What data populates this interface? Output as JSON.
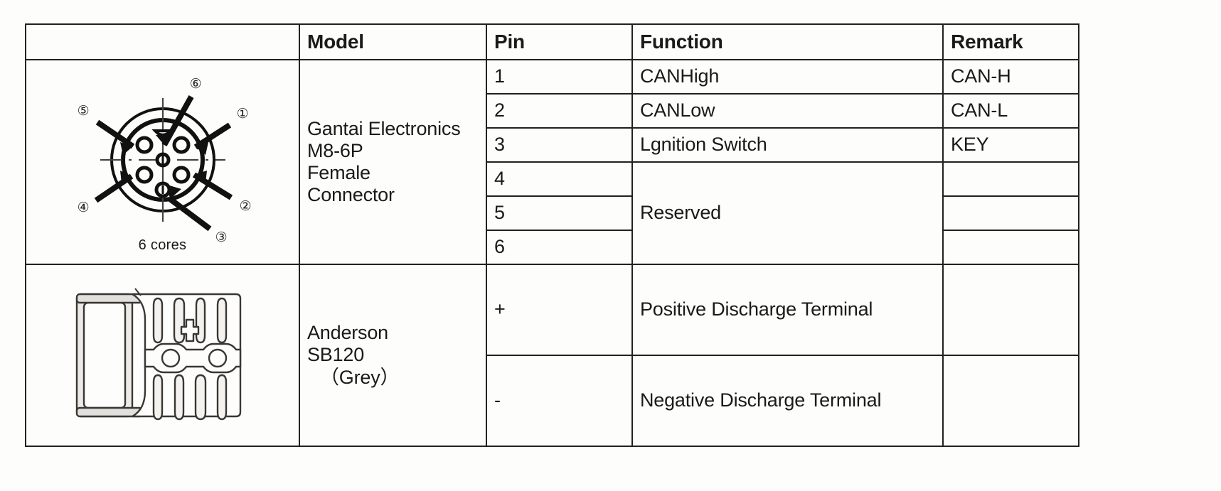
{
  "table": {
    "headers": {
      "image": "",
      "model": "Model",
      "pin": "Pin",
      "function": "Function",
      "remark": "Remark"
    },
    "rows": [
      {
        "group": "m8-connector",
        "figure": {
          "name": "m8-6p-female-connector-pinout-diagram",
          "caption": "6 cores",
          "callouts": [
            "①",
            "②",
            "③",
            "④",
            "⑤",
            "⑥"
          ]
        },
        "model_lines": [
          "Gantai Electronics",
          "M8-6P",
          "Female",
          "Connector"
        ],
        "pins": [
          {
            "pin": "1",
            "function": "CANHigh",
            "remark": "CAN-H"
          },
          {
            "pin": "2",
            "function": "CANLow",
            "remark": "CAN-L"
          },
          {
            "pin": "3",
            "function": "Lgnition Switch",
            "remark": "KEY"
          },
          {
            "pin": "4",
            "function": "Reserved",
            "remark": ""
          },
          {
            "pin": "5",
            "function": "",
            "remark": ""
          },
          {
            "pin": "6",
            "function": "",
            "remark": ""
          }
        ],
        "reserved_label": "Reserved"
      },
      {
        "group": "anderson-connector",
        "figure": {
          "name": "anderson-sb120-connector-drawing",
          "caption": ""
        },
        "model_lines": [
          "Anderson",
          "SB120",
          "（Grey）"
        ],
        "pins": [
          {
            "pin": "+",
            "function": "Positive Discharge Terminal",
            "remark": ""
          },
          {
            "pin": "-",
            "function": "Negative Discharge Terminal",
            "remark": ""
          }
        ]
      }
    ]
  },
  "colors": {
    "border": "#23211e",
    "text": "#1a1a1a",
    "page_background": "#fdfdfb",
    "drawing_line": "#3a3733",
    "drawing_fill": "#e9e7e3"
  }
}
